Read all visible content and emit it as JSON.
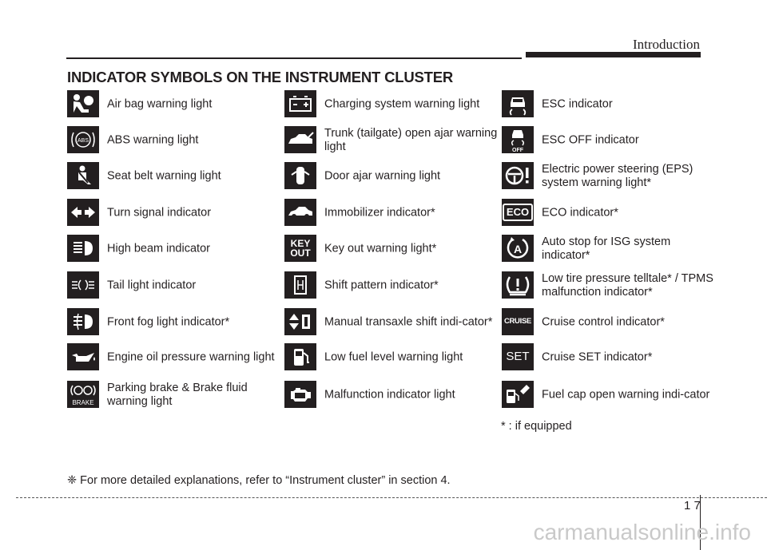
{
  "header": {
    "section_title": "Introduction"
  },
  "heading": "INDICATOR SYMBOLS ON THE INSTRUMENT CLUSTER",
  "col1": [
    {
      "label": "Air bag warning light",
      "icon": "airbag-icon"
    },
    {
      "label": "ABS warning light",
      "icon": "abs-icon",
      "icon_text": "ABS"
    },
    {
      "label": "Seat belt warning light",
      "icon": "seatbelt-icon"
    },
    {
      "label": "Turn signal indicator",
      "icon": "turn-signal-icon"
    },
    {
      "label": "High beam indicator",
      "icon": "high-beam-icon"
    },
    {
      "label": "Tail light indicator",
      "icon": "tail-light-icon"
    },
    {
      "label": "Front fog light indicator*",
      "icon": "front-fog-icon"
    },
    {
      "label": "Engine oil pressure warning light",
      "icon": "oil-pressure-icon"
    },
    {
      "label": "Parking brake & Brake fluid warning light",
      "icon": "brake-icon",
      "icon_text": "BRAKE"
    }
  ],
  "col2": [
    {
      "label": "Charging system warning light",
      "icon": "battery-icon"
    },
    {
      "label": "Trunk (tailgate) open ajar warning light",
      "icon": "trunk-icon"
    },
    {
      "label": "Door ajar warning light",
      "icon": "door-ajar-icon"
    },
    {
      "label": "Immobilizer indicator*",
      "icon": "immobilizer-icon"
    },
    {
      "label": "Key out warning light*",
      "icon": "key-out-icon",
      "icon_text_1": "KEY",
      "icon_text_2": "OUT"
    },
    {
      "label": "Shift pattern indicator*",
      "icon": "shift-pattern-icon"
    },
    {
      "label": "Manual transaxle shift indi-cator*",
      "icon": "manual-shift-icon"
    },
    {
      "label": "Low fuel level warning light",
      "icon": "low-fuel-icon"
    },
    {
      "label": "Malfunction indicator light",
      "icon": "engine-check-icon"
    }
  ],
  "col3": [
    {
      "label": "ESC indicator",
      "icon": "esc-icon"
    },
    {
      "label": "ESC OFF indicator",
      "icon": "esc-off-icon",
      "icon_text": "OFF"
    },
    {
      "label": "Electric power steering (EPS) system warning light*",
      "icon": "eps-icon"
    },
    {
      "label": "ECO indicator*",
      "icon": "eco-icon",
      "icon_text": "ECO"
    },
    {
      "label": "Auto stop for ISG system indicator*",
      "icon": "auto-stop-icon",
      "icon_text": "A"
    },
    {
      "label": "Low tire pressure telltale* / TPMS malfunction indicator*",
      "icon": "tire-pressure-icon"
    },
    {
      "label": "Cruise control indicator*",
      "icon": "cruise-icon",
      "icon_text": "CRUISE"
    },
    {
      "label": "Cruise SET indicator*",
      "icon": "cruise-set-icon",
      "icon_text": "SET"
    },
    {
      "label": "Fuel cap open warning indi-cator",
      "icon": "fuel-cap-icon"
    }
  ],
  "footnote": "* : if equipped",
  "bottom_note": "❈ For more detailed explanations, refer to “Instrument cluster” in section 4.",
  "page_number": "1 7",
  "watermark": "carmanualsonline.info"
}
